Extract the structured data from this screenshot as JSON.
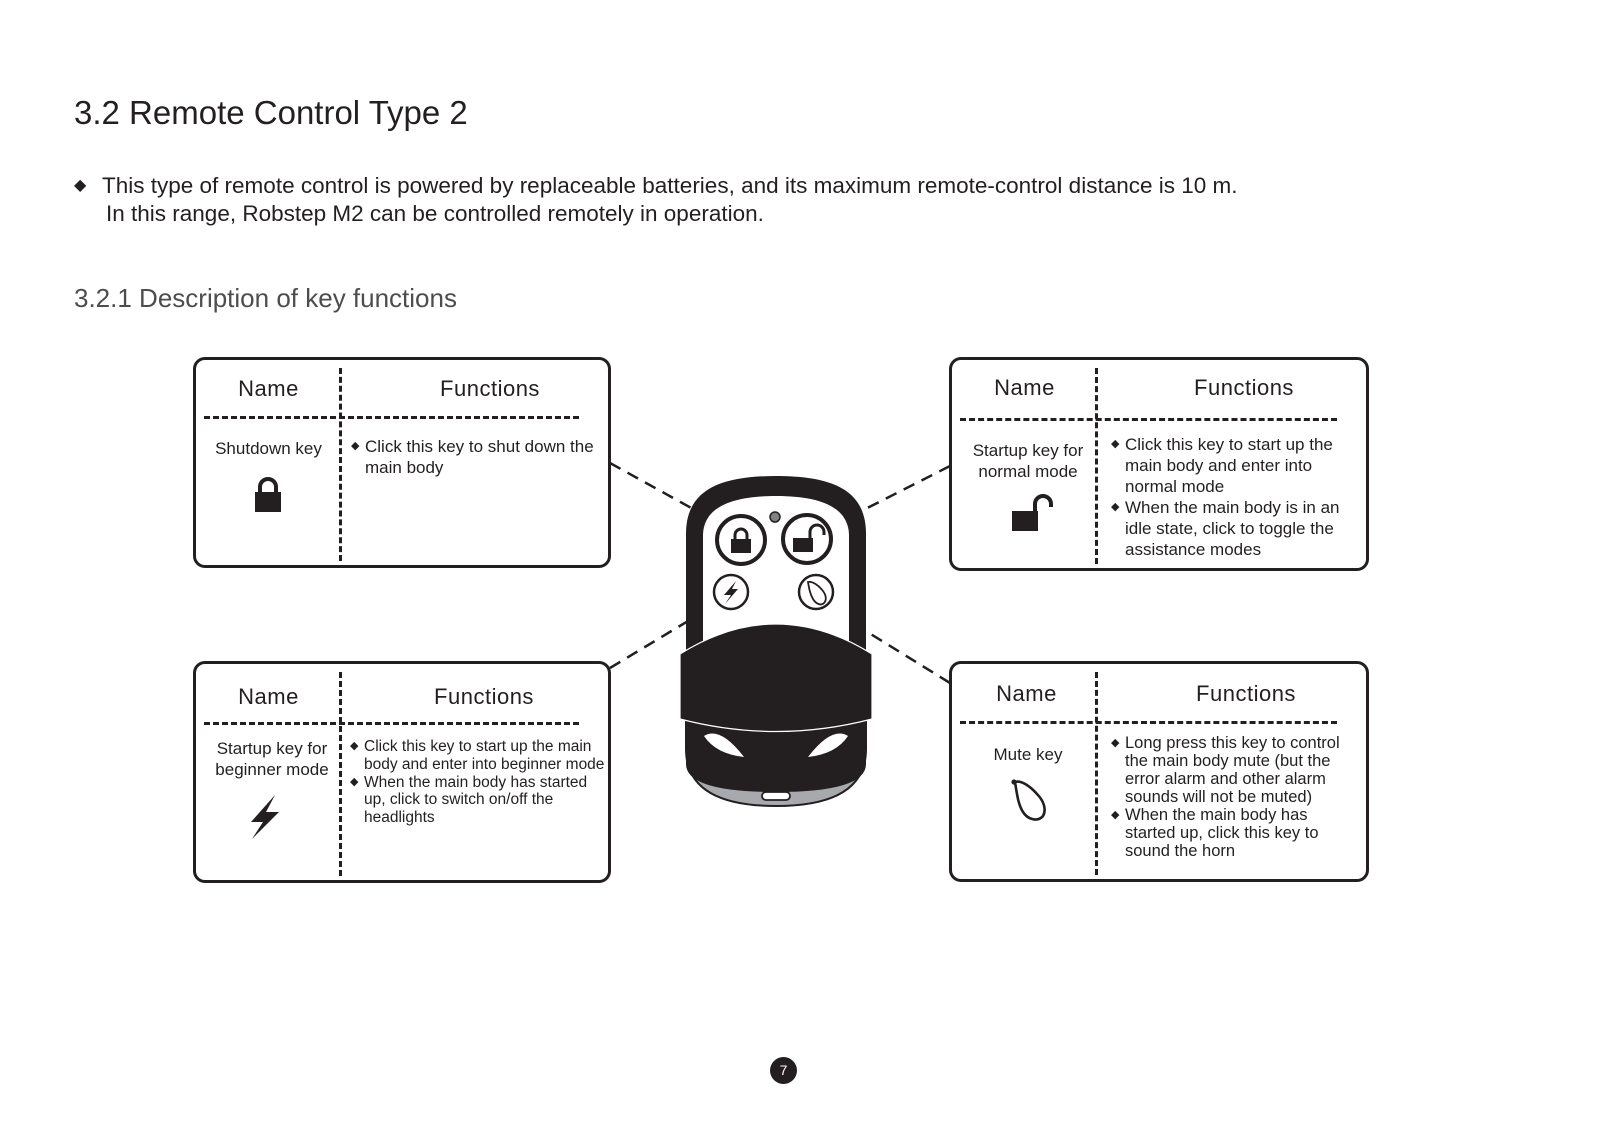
{
  "heading": "3.2 Remote Control Type 2",
  "intro": {
    "bullet": "◆",
    "line1": "This type of remote control is powered by replaceable batteries, and its maximum remote-control distance is 10 m.",
    "line2": "In this range, Robstep M2 can be controlled remotely in operation."
  },
  "subheading": "3.2.1 Description of key functions",
  "tables": {
    "shutdown": {
      "name_header": "Name",
      "functions_header": "Functions",
      "key_name": "Shutdown key",
      "icon": "lock-icon",
      "functions": [
        "Click this key to shut down the main body"
      ]
    },
    "normal": {
      "name_header": "Name",
      "functions_header": "Functions",
      "key_name": "Startup key for normal mode",
      "icon": "unlock-icon",
      "functions": [
        "Click this key to start up the main body and enter into normal mode",
        "When the main body is in an idle state, click to toggle the assistance modes"
      ]
    },
    "beginner": {
      "name_header": "Name",
      "functions_header": "Functions",
      "key_name": "Startup key for beginner mode",
      "icon": "lightning-icon",
      "functions": [
        "Click this key to start up the main body and enter into beginner mode",
        "When the main body has started up, click to switch on/off the headlights"
      ]
    },
    "mute": {
      "name_header": "Name",
      "functions_header": "Functions",
      "key_name": "Mute key",
      "icon": "bell-icon",
      "functions": [
        "Long press this key to control the main body mute (but the error alarm and other alarm sounds will not be muted)",
        "When the main body has started up, click this key to sound the horn"
      ]
    }
  },
  "page_number": "7",
  "colors": {
    "ink": "#231f20",
    "subheading": "#4d4d4f",
    "remote_base": "#a7a9ac"
  }
}
